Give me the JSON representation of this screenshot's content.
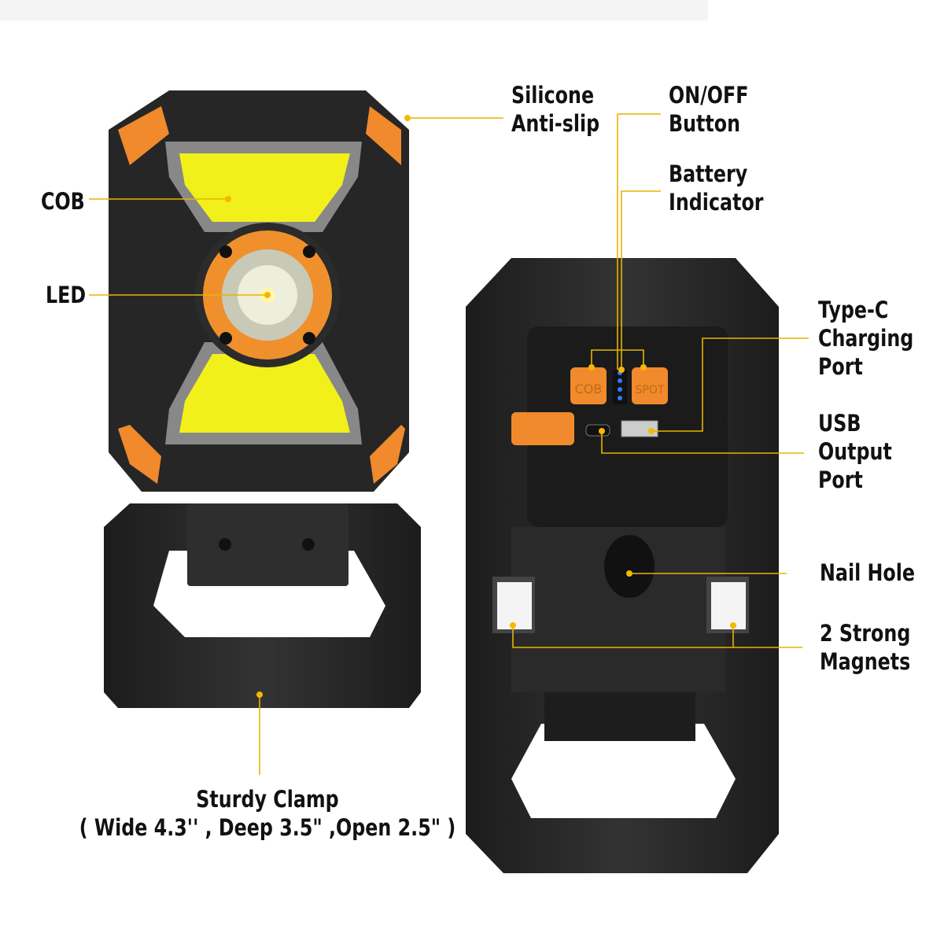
{
  "labels": {
    "silicone": [
      "Silicone",
      "Anti-slip"
    ],
    "onoff": [
      "ON/OFF",
      "Button"
    ],
    "battery": [
      "Battery",
      "Indicator"
    ],
    "cob": "COB",
    "led": "LED",
    "typec": [
      "Type-C",
      "Charging",
      "Port"
    ],
    "usb": [
      "USB",
      "Output",
      "Port"
    ],
    "nail": "Nail Hole",
    "magnets": [
      "2 Strong",
      "Magnets"
    ],
    "clamp": [
      "Sturdy Clamp",
      "( Wide 4.3'' , Deep 3.5\" ,Open 2.5\" )"
    ]
  },
  "device_buttons": {
    "cob": "COB",
    "spot": "SPOT"
  },
  "colors": {
    "accent": "#f5a623",
    "leader_line": "#e8b400",
    "cob_yellow": "#f2f01a",
    "body": "#2a2a2a",
    "orange": "#f08a2c",
    "indicator_led": "#2f7bff"
  }
}
